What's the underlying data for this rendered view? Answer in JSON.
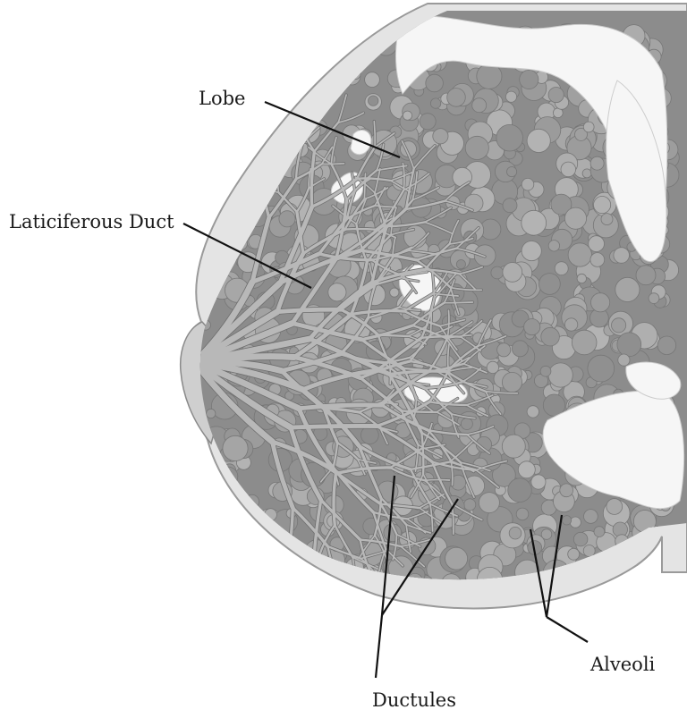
{
  "figure": {
    "labels": {
      "lobe": "Lobe",
      "laticiferous_duct": "Laticiferous Duct",
      "ductules": "Ductules",
      "alveoli": "Alveoli"
    }
  },
  "colors": {
    "skin_outline": "#9a9a9a",
    "skin_fill": "#e4e4e4",
    "tissue_fill": "#8c8c8c",
    "alveolus_fill": "#9f9f9f",
    "duct_stroke": "#b8b8b8",
    "fat_fill": "#f6f6f6",
    "leader_line": "#111111"
  }
}
